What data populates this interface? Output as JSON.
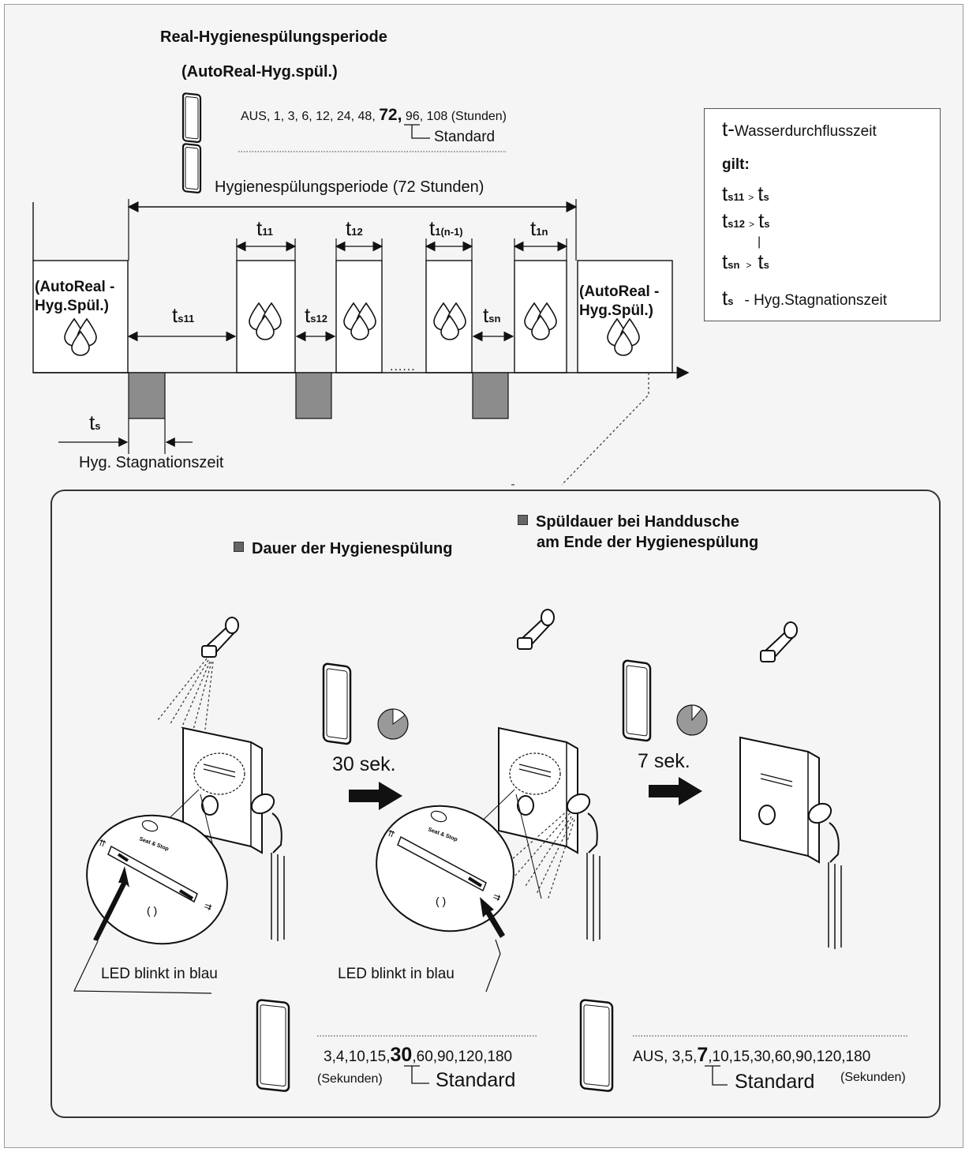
{
  "top": {
    "title": "Real-Hygienespülungsperiode",
    "subtitle": "(AutoReal-Hyg.spül.)",
    "options_list_prefix": "AUS, 1, 3, 6, 12, 24, 48,",
    "options_default": "72,",
    "options_list_suffix": "96, 108 (Stunden)",
    "standard_label": "Standard",
    "period_label": "Hygienespülungsperiode (72 Stunden)"
  },
  "timeline": {
    "autoreal_left": "(AutoReal -Hyg.Spül.)",
    "autoreal_right": "(AutoReal -Hyg.Spül.)",
    "t_letter": "t",
    "t11_sub": "11",
    "t12_sub": "12",
    "t1n1_sub": "1(n-1)",
    "t1n_sub": "1n",
    "ts11_sub": "s11",
    "ts12_sub": "s12",
    "tsn_sub": "sn",
    "ts_sub": "s",
    "stagnation_label": "Hyg. Stagnationszeit",
    "ellipsis": "......"
  },
  "legend": {
    "t_line_letter": "t-",
    "t_line_text": "Wasserdurchflusszeit",
    "gilt": "gilt:",
    "rows": [
      {
        "left_sub": "s11",
        "op": ">",
        "right_sub": "s"
      },
      {
        "left_sub": "s12",
        "op": ">",
        "right_sub": "s"
      },
      {
        "left_sub": "sn",
        "op": ">",
        "right_sub": "s"
      }
    ],
    "dash": "|",
    "ts_def": "- Hyg.Stagnationszeit"
  },
  "bottom": {
    "heading_left": "Dauer der Hygienespülung",
    "heading_right_line1": "Spüldauer bei Handdusche",
    "heading_right_line2": "am Ende der Hygienespülung",
    "step1_time": "30 sek.",
    "step2_time": "7 sek.",
    "led_label_1": "LED blinkt in blau",
    "led_label_2": "LED blinkt in blau",
    "list1_prefix": "3,4,10,15,",
    "list1_default": "30",
    "list1_suffix": ",60,90,120,180",
    "list1_unit": "(Sekunden)",
    "list1_standard": "Standard",
    "list2_prefix": "AUS, 3,5,",
    "list2_default": "7",
    "list2_suffix": ",10,15,30,60,90,120,180",
    "list2_unit": "(Sekunden)",
    "list2_standard": "Standard",
    "brand_text": "Seat & Stop"
  },
  "colors": {
    "stagnation_fill": "#8c8c8c",
    "line": "#111111",
    "box_fill": "#ffffff"
  }
}
